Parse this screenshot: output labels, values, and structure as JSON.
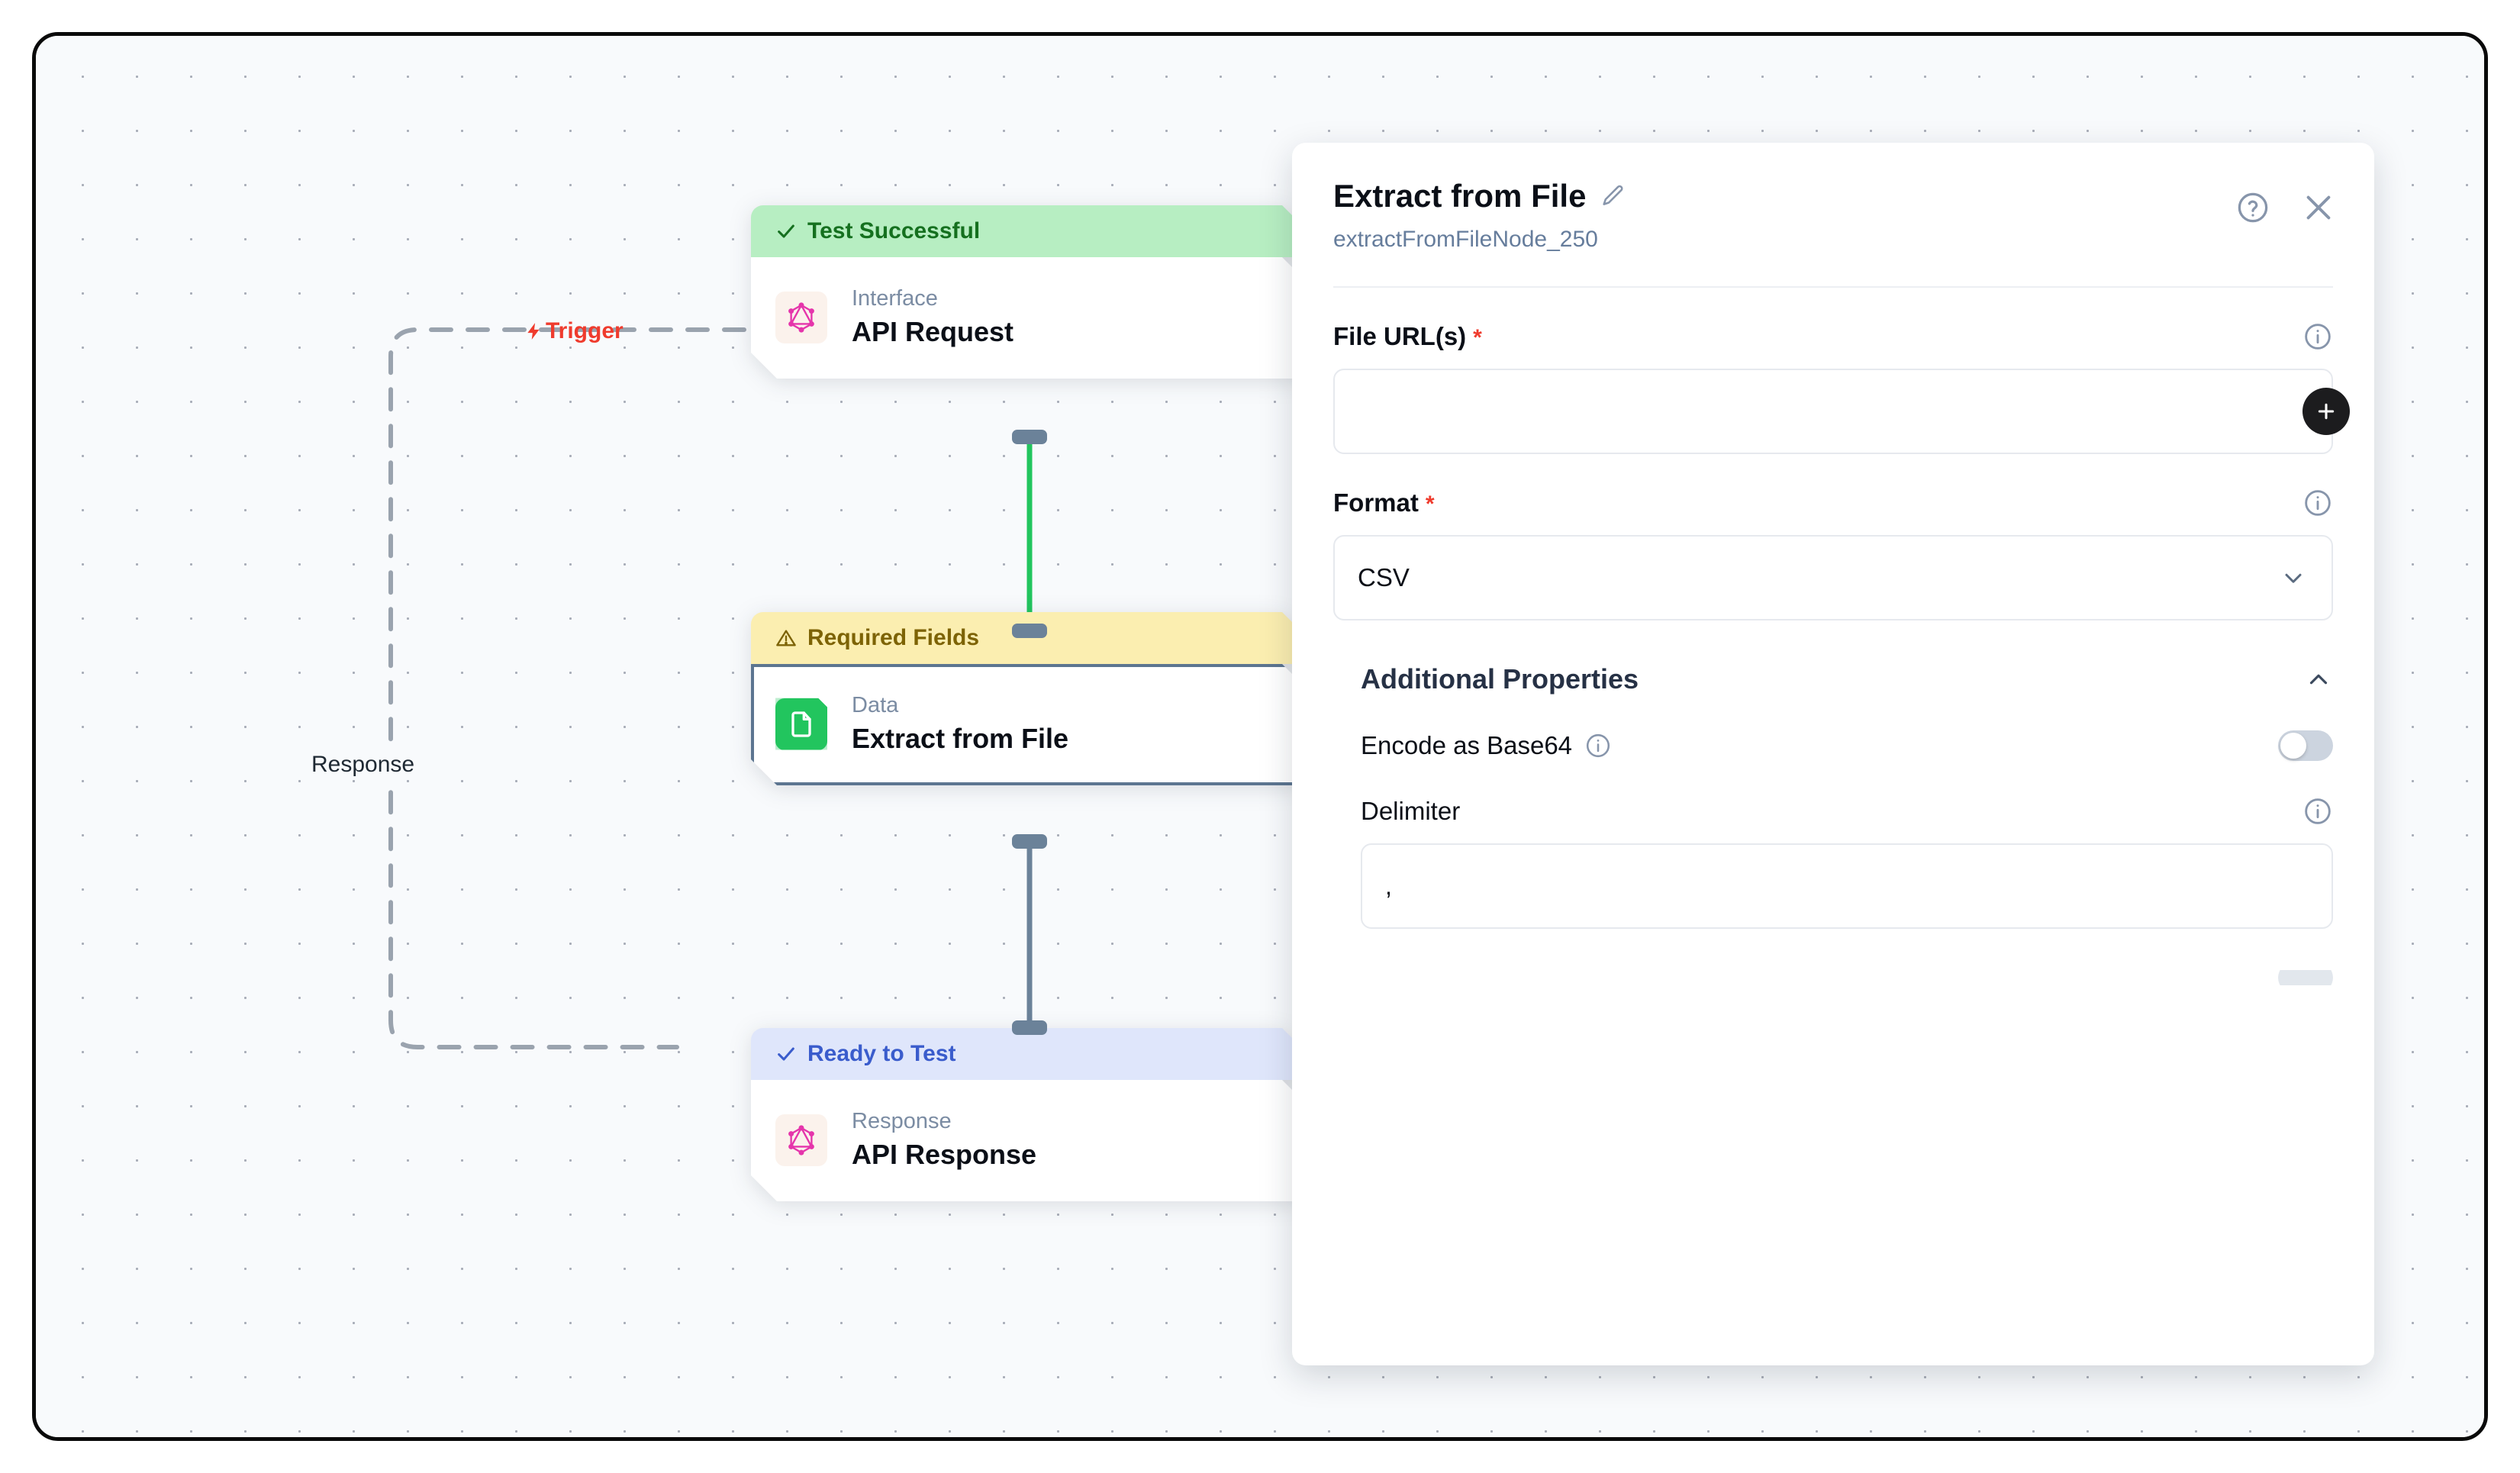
{
  "canvas": {
    "edges": [
      {
        "id": "trigger",
        "label": "Trigger",
        "icon": "lightning-bolt-icon",
        "color": "#ef3b2d",
        "style": "dashed"
      },
      {
        "id": "response",
        "label": "Response",
        "color": "#1f2933",
        "style": "dashed"
      }
    ],
    "nodes": [
      {
        "id": "api-request",
        "badge": {
          "text": "Test Successful",
          "icon": "check-icon",
          "state": "success"
        },
        "kind": "Interface",
        "title": "API Request",
        "icon": "graphql-icon",
        "selected": false
      },
      {
        "id": "extract-from-file",
        "badge": {
          "text": "Required Fields",
          "icon": "warning-triangle-icon",
          "state": "warning"
        },
        "kind": "Data",
        "title": "Extract from File",
        "icon": "document-icon",
        "selected": true
      },
      {
        "id": "api-response",
        "badge": {
          "text": "Ready to Test",
          "icon": "check-icon",
          "state": "ready"
        },
        "kind": "Response",
        "title": "API Response",
        "icon": "graphql-icon",
        "selected": false
      }
    ],
    "connector_colors": {
      "first": "#22c55e",
      "second": "#6b8299",
      "handle": "#6b8299"
    }
  },
  "panel": {
    "title": "Extract from File",
    "edit_icon": "pencil-icon",
    "subtitle": "extractFromFileNode_250",
    "help_icon": "help-circle-icon",
    "close_icon": "close-icon",
    "fields": {
      "file_urls": {
        "label": "File URL(s)",
        "required": "*",
        "value": "",
        "placeholder": "",
        "info_icon": "info-icon",
        "add_icon": "plus-icon"
      },
      "format": {
        "label": "Format",
        "required": "*",
        "value": "CSV",
        "info_icon": "info-icon",
        "chevron_icon": "chevron-down-icon"
      }
    },
    "additional_properties": {
      "title": "Additional Properties",
      "collapse_icon": "chevron-up-icon",
      "encode_base64": {
        "label": "Encode as Base64",
        "info_icon": "info-icon",
        "enabled": "off"
      },
      "delimiter": {
        "label": "Delimiter",
        "info_icon": "info-icon",
        "value": ",",
        "placeholder": ""
      },
      "clipped_next": {
        "label": "",
        "visible": "partial"
      }
    }
  }
}
